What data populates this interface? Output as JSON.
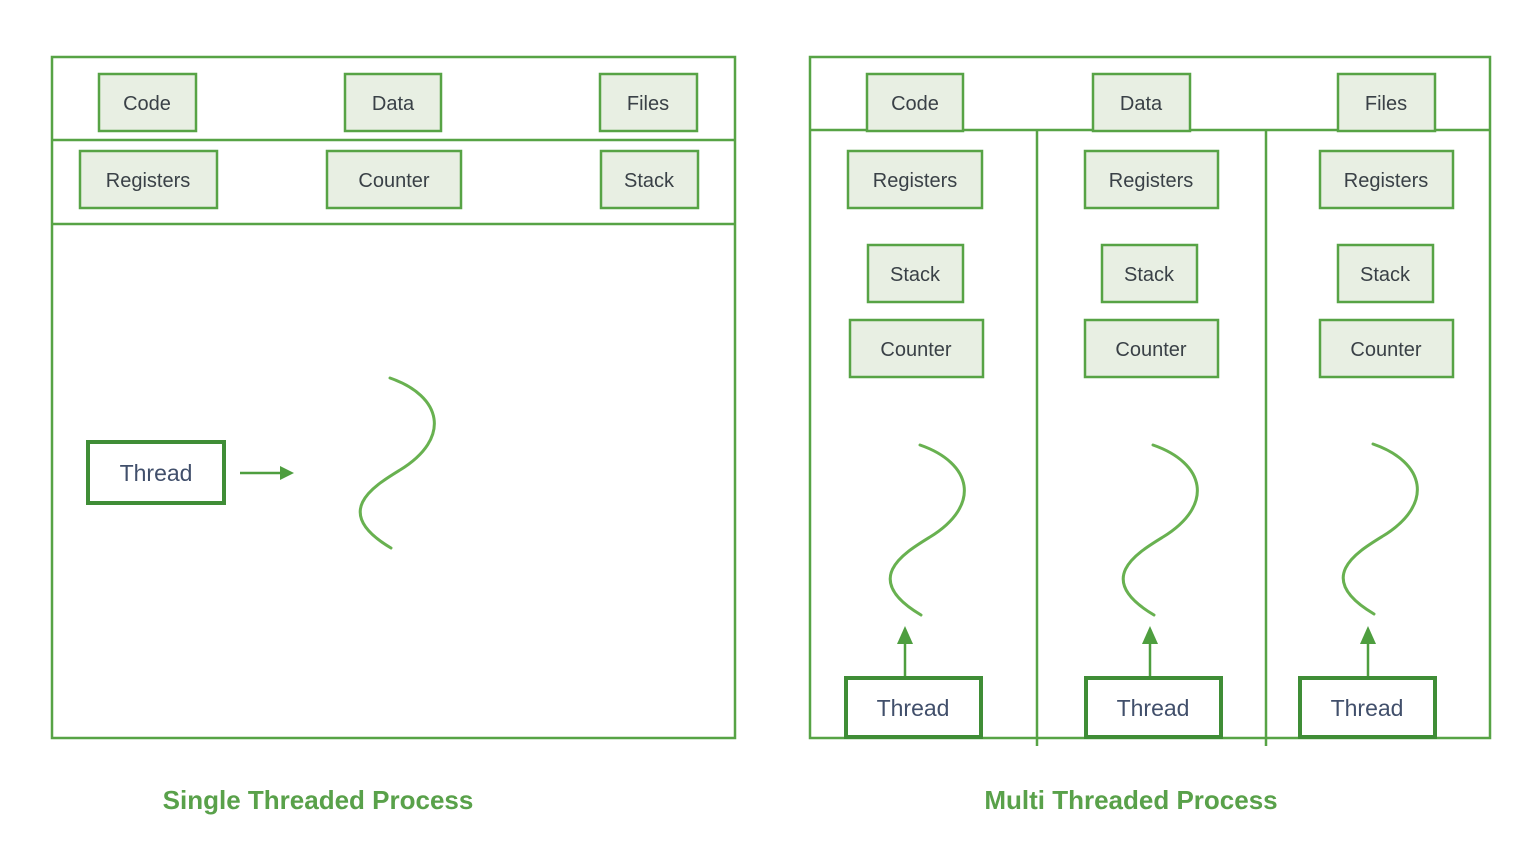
{
  "colors": {
    "line_green": "#57a345",
    "box_fill": "#e8efe3",
    "thread_border_green": "#3f8d36",
    "squiggle_green": "#68b150",
    "arrow_green": "#4e9e3f",
    "caption_green": "#59a14a",
    "label_text": "#3a4147",
    "thread_text": "#414f6b"
  },
  "single": {
    "caption": "Single Threaded Process",
    "top_row": [
      "Code",
      "Data",
      "Files"
    ],
    "second_row": [
      "Registers",
      "Counter",
      "Stack"
    ],
    "thread_label": "Thread"
  },
  "multi": {
    "caption": "Multi Threaded Process",
    "top_row": [
      "Code",
      "Data",
      "Files"
    ],
    "columns": [
      {
        "registers": "Registers",
        "stack": "Stack",
        "counter": "Counter",
        "thread": "Thread"
      },
      {
        "registers": "Registers",
        "stack": "Stack",
        "counter": "Counter",
        "thread": "Thread"
      },
      {
        "registers": "Registers",
        "stack": "Stack",
        "counter": "Counter",
        "thread": "Thread"
      }
    ]
  }
}
